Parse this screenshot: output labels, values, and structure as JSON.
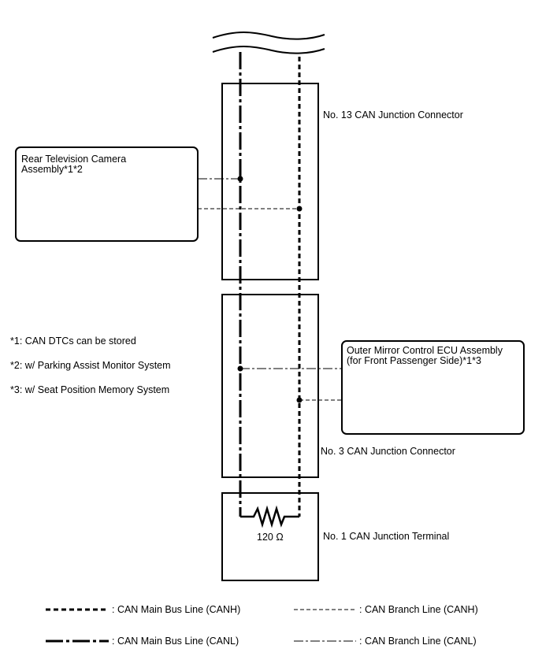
{
  "connectors": {
    "no13": "No. 13 CAN Junction Connector",
    "no3": "No. 3 CAN Junction Connector",
    "no1": "No. 1 CAN Junction Terminal"
  },
  "ecus": {
    "rear_camera": {
      "line1": "Rear Television Camera",
      "line2": "Assembly*1*2"
    },
    "outer_mirror": {
      "line1": "Outer Mirror Control ECU Assembly",
      "line2": "(for Front Passenger Side)*1*3"
    }
  },
  "resistor_value": "120 Ω",
  "notes": [
    "*1: CAN DTCs can be stored",
    "*2: w/ Parking Assist Monitor System",
    "*3: w/ Seat Position Memory System"
  ],
  "legend": {
    "main_canh": ": CAN Main Bus Line (CANH)",
    "main_canl": ": CAN Main Bus Line (CANL)",
    "branch_canh": ": CAN Branch Line (CANH)",
    "branch_canl": ": CAN Branch Line (CANL)"
  }
}
